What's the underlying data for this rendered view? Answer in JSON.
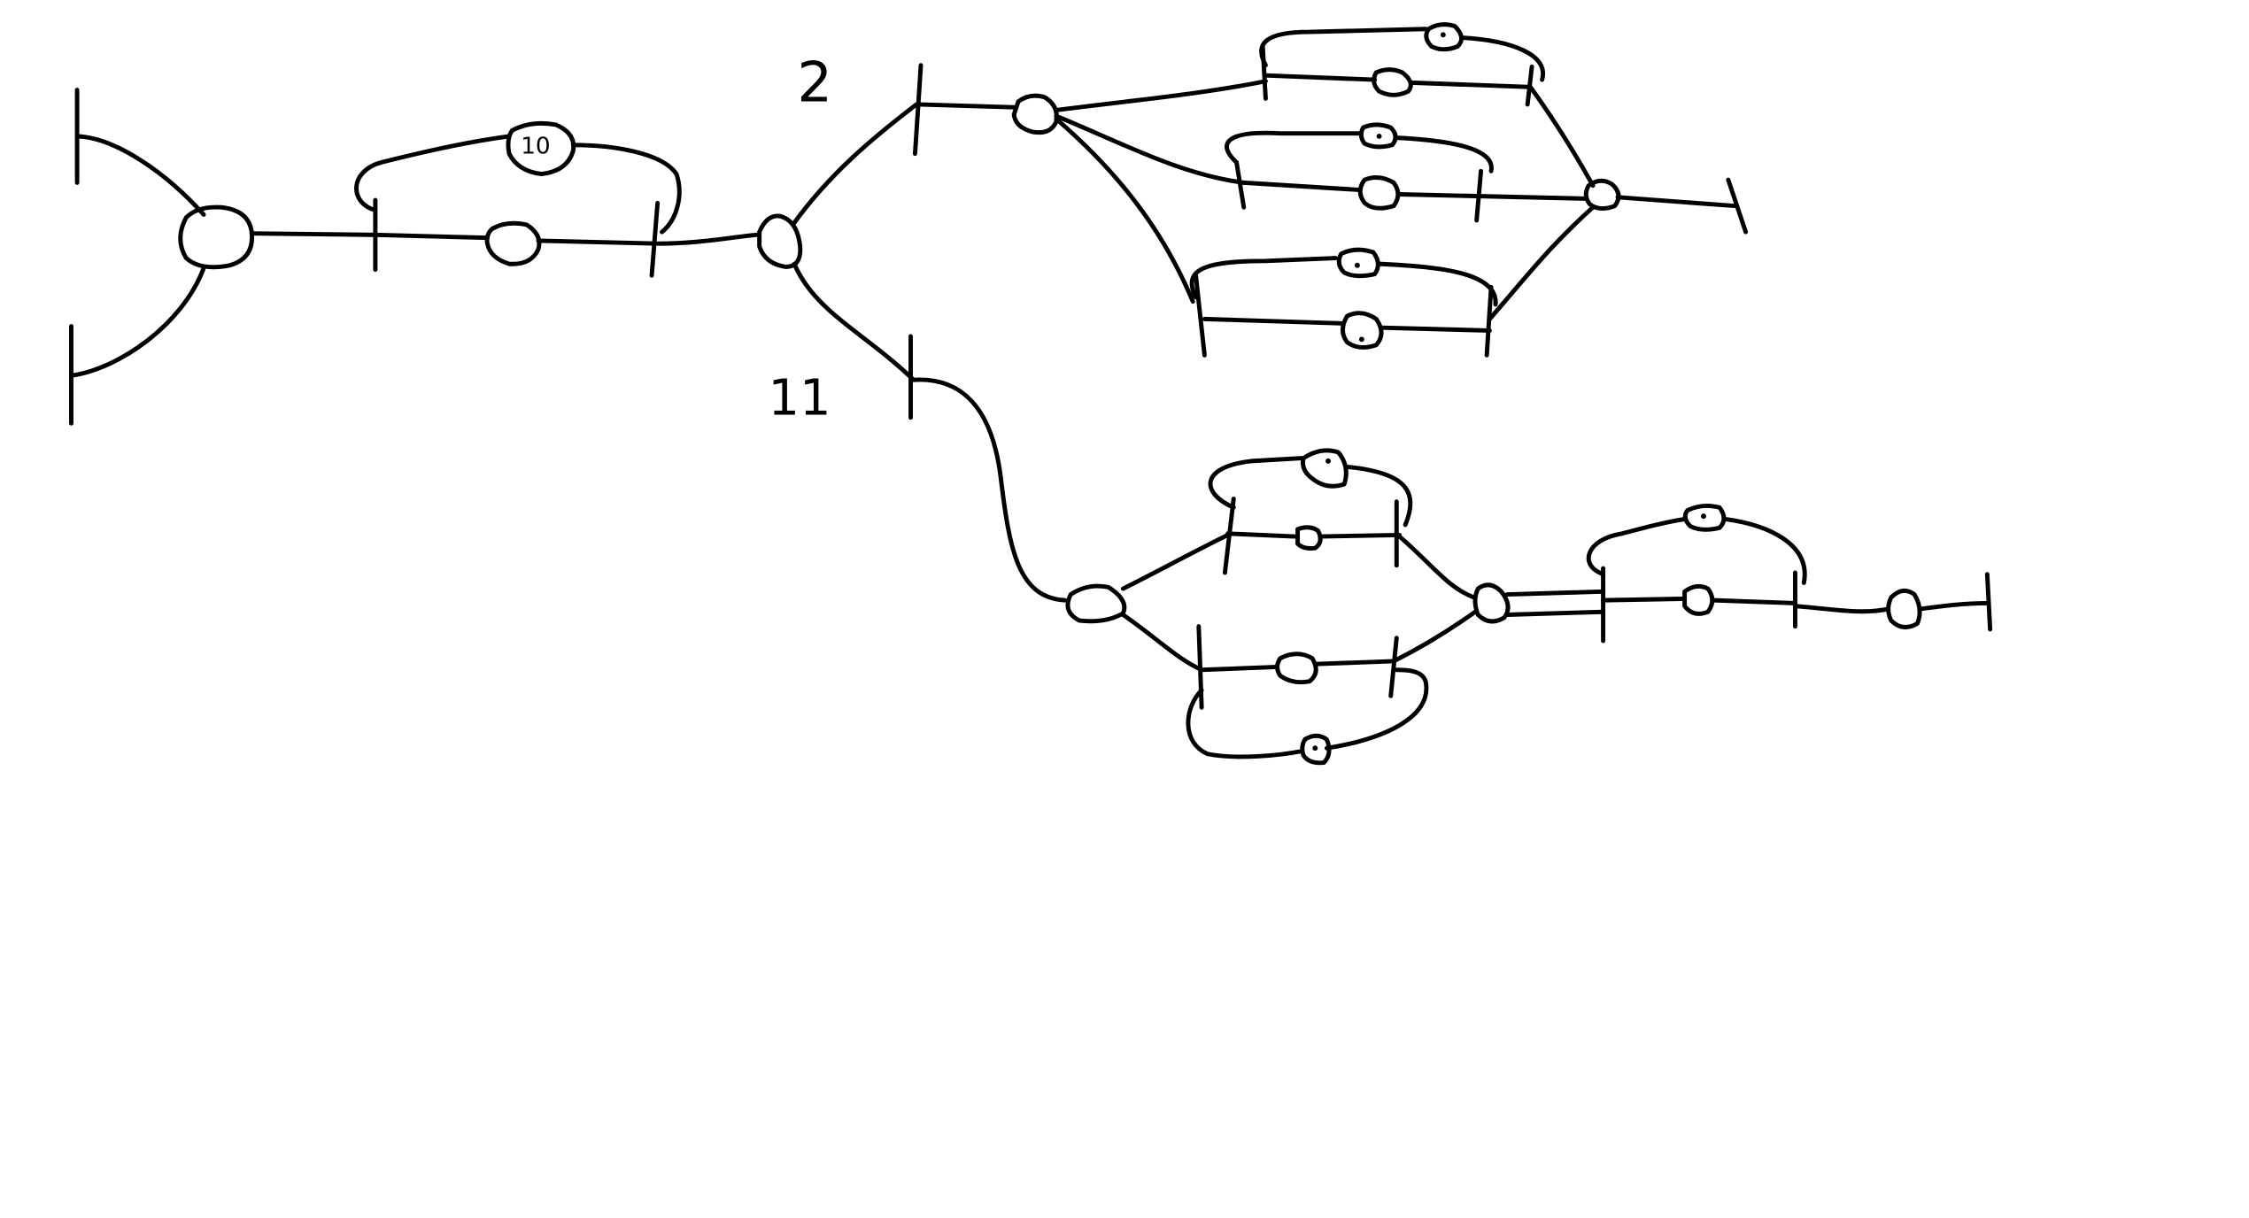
{
  "labels": {
    "upper_branch": "2",
    "lower_branch": "11",
    "node_value": "10"
  }
}
